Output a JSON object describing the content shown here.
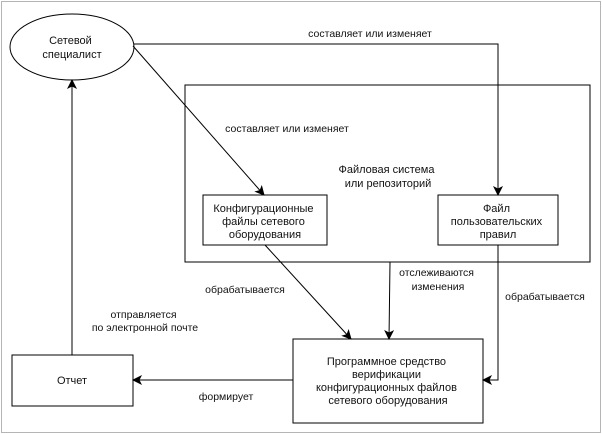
{
  "nodes": {
    "specialist": {
      "lines": [
        "Сетевой",
        "специалист"
      ]
    },
    "filesystem": {
      "lines": [
        "Файловая система",
        "или репозиторий"
      ]
    },
    "config_files": {
      "lines": [
        "Конфигурационные",
        "файлы сетевого",
        "оборудования"
      ]
    },
    "rules_file": {
      "lines": [
        "Файл",
        "пользовательских",
        "правил"
      ]
    },
    "verifier": {
      "lines": [
        "Программное средство",
        "верификации",
        "конфигурационных файлов",
        "сетевого оборудования"
      ]
    },
    "report": {
      "lines": [
        "Отчет"
      ]
    }
  },
  "edges": {
    "spec_to_rules": "составляет или изменяет",
    "spec_to_config": "составляет или изменяет",
    "config_to_verifier": "обрабатывается",
    "fs_to_verifier": [
      "отслеживаются",
      "изменения"
    ],
    "rules_to_verifier": "обрабатывается",
    "verifier_to_report": "формирует",
    "report_to_spec": [
      "отправляется",
      "по электронной почте"
    ]
  }
}
